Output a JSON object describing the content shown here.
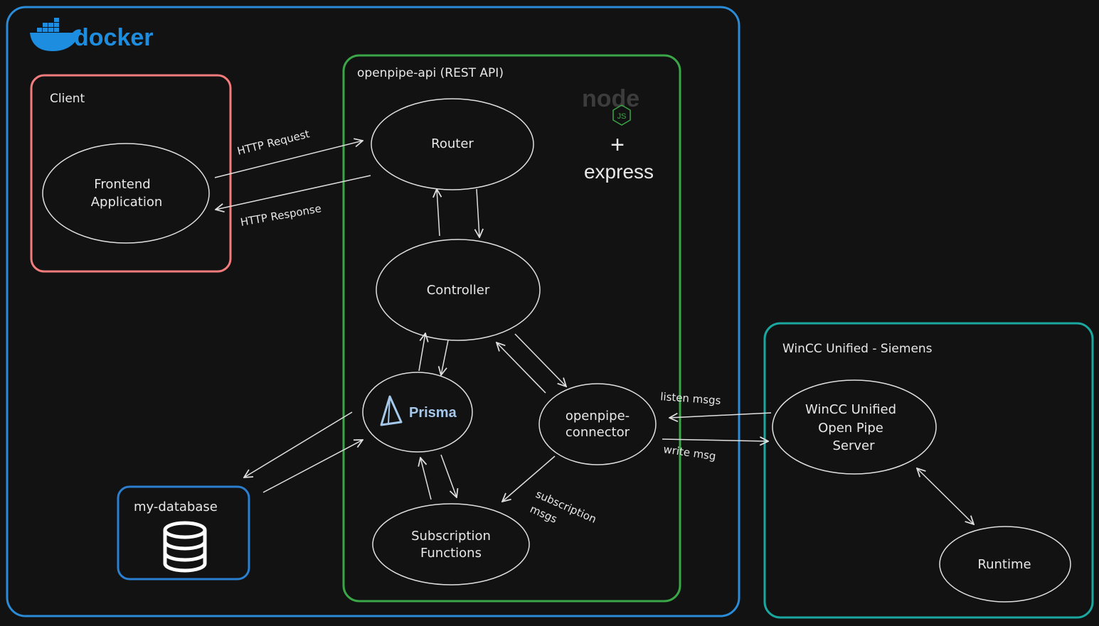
{
  "containers": {
    "docker": {
      "label": "docker",
      "color": "#2a8bd8"
    },
    "client": {
      "label": "Client",
      "color": "#f47c7c"
    },
    "api": {
      "label": "openpipe-api (REST API)",
      "color": "#3aa648"
    },
    "wincc": {
      "label": "WinCC Unified - Siemens",
      "color": "#1aa7a0"
    },
    "database": {
      "label": "my-database",
      "color": "#2a7fd0"
    }
  },
  "nodes": {
    "frontend": {
      "line1": "Frontend",
      "line2": "Application"
    },
    "router": {
      "label": "Router"
    },
    "controller": {
      "label": "Controller"
    },
    "prisma": {
      "label": "Prisma"
    },
    "connector": {
      "line1": "openpipe-",
      "line2": "connector"
    },
    "subscription": {
      "line1": "Subscription",
      "line2": "Functions"
    },
    "wincc_server": {
      "line1": "WinCC Unified",
      "line2": "Open Pipe",
      "line3": "Server"
    },
    "runtime": {
      "label": "Runtime"
    }
  },
  "edges": {
    "http_request": "HTTP Request",
    "http_response": "HTTP Response",
    "listen_msgs": "listen msgs",
    "write_msg": "write msg",
    "subscription_msgs_1": "subscription",
    "subscription_msgs_2": "msgs"
  },
  "logos": {
    "node": "node",
    "node_sub": "JS",
    "plus": "+",
    "express": "express"
  },
  "icons": {
    "docker_logo": "docker-whale-icon",
    "database": "database-icon",
    "prisma": "prisma-triangle-icon",
    "nodejs": "nodejs-logo-icon"
  }
}
